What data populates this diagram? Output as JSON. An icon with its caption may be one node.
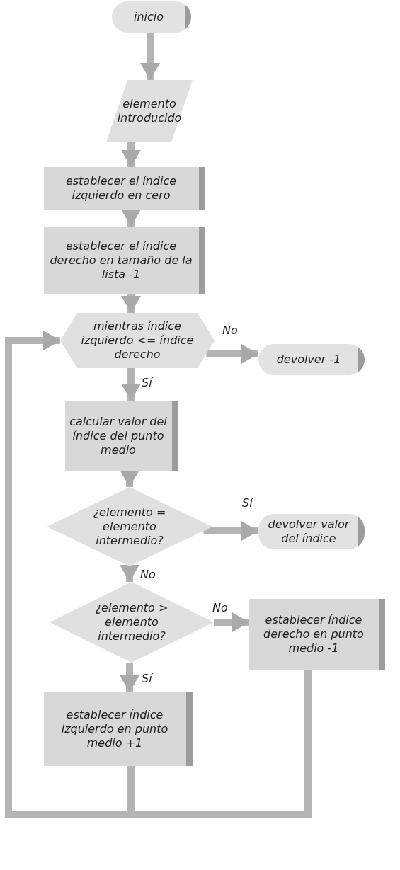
{
  "diagram": {
    "nodes": [
      {
        "text": [
          "inicio"
        ]
      },
      {
        "text": [
          "elemento introducido"
        ]
      },
      {
        "text": [
          "establecer el índice izquierdo en cero"
        ]
      },
      {
        "text": [
          "establecer el índice derecho en tamaño de la lista -1"
        ]
      },
      {
        "text": [
          "mientras índice izquierdo <= índice derecho"
        ]
      },
      {
        "text": [
          "devolver -1"
        ]
      },
      {
        "text": [
          "calcular valor del índice del punto medio"
        ]
      },
      {
        "text": [
          "¿elemento = elemento intermedio?"
        ]
      },
      {
        "text": [
          "devolver valor del índice"
        ]
      },
      {
        "text": [
          "¿elemento > elemento intermedio?"
        ]
      },
      {
        "text": [
          "establecer índice derecho en punto medio -1"
        ]
      },
      {
        "text": [
          "establecer índice izquierdo en punto medio +1"
        ]
      }
    ],
    "edges": [
      {
        "from": 0,
        "to": 1,
        "arrow": "to"
      },
      {
        "from": 1,
        "to": 2,
        "arrow": "to"
      },
      {
        "from": 2,
        "to": 3,
        "arrow": "to"
      },
      {
        "from": 3,
        "to": 4,
        "arrow": "to"
      },
      {
        "from": 4,
        "to": 5,
        "arrow": "to",
        "label": "No"
      },
      {
        "from": 4,
        "to": 6,
        "arrow": "to",
        "label": "Sí"
      },
      {
        "from": 6,
        "to": 7,
        "arrow": "to"
      },
      {
        "from": 7,
        "to": 8,
        "arrow": "to",
        "label": "Sí"
      },
      {
        "from": 7,
        "to": 9,
        "arrow": "to",
        "label": "No"
      },
      {
        "from": 9,
        "to": 10,
        "arrow": "to",
        "label": "No"
      },
      {
        "from": 9,
        "to": 11,
        "arrow": "to",
        "label": "Sí"
      },
      {
        "from": 11,
        "to": 4,
        "arrow": "to"
      },
      {
        "from": 10,
        "to": 4,
        "arrow": "to"
      }
    ]
  }
}
